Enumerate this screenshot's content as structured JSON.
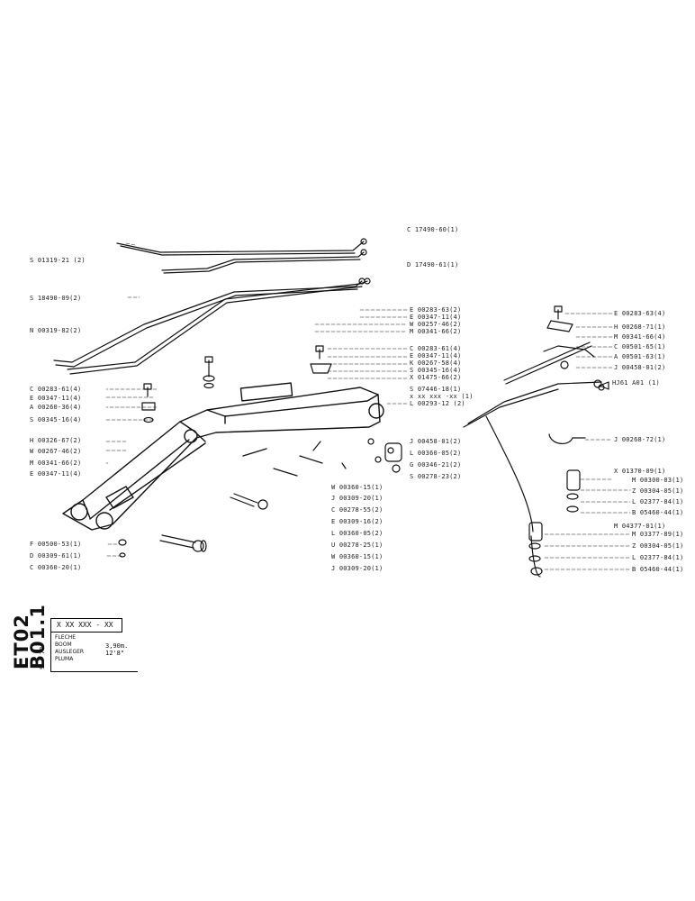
{
  "sheet": {
    "code_line1": "ET02",
    "code_line2": "B01.1",
    "date": "9 . 72",
    "assembly_ref": "X XX XXX - XX",
    "titles": [
      "FLECHE",
      "BOOM",
      "AUSLEGER",
      "PLUMA"
    ],
    "length": "3,90m.  12'8\""
  },
  "callouts": {
    "hoses": [
      {
        "text": "C 17490-60(1)"
      },
      {
        "text": "S 01319-21 (2)"
      },
      {
        "text": "D 17490-61(1)"
      },
      {
        "text": "S 18490-09(2)"
      },
      {
        "text": "N 00319-82(2)"
      }
    ],
    "boom_right": [
      {
        "text": "E 00283-63(2)"
      },
      {
        "text": "E 00347-11(4)"
      },
      {
        "text": "W 00257-46(2)"
      },
      {
        "text": "M 00341-66(2)"
      },
      {
        "text": "C 00283-61(4)"
      },
      {
        "text": "E 00347-11(4)"
      },
      {
        "text": "K 00267-58(4)"
      },
      {
        "text": "S 00345-16(4)"
      },
      {
        "text": "X 01475-66(2)"
      },
      {
        "text": "S 07446-18(1)"
      },
      {
        "text": "x xx xxx -xx (1)"
      },
      {
        "text": "L 00293-12 (2)"
      }
    ],
    "boom_left": [
      {
        "text": "C 00283-61(4)"
      },
      {
        "text": "E 00347-11(4)"
      },
      {
        "text": "A 00260-36(4)"
      },
      {
        "text": "S 00345-16(4)"
      },
      {
        "text": "H 00326-67(2)"
      },
      {
        "text": "W 00267-46(2)"
      },
      {
        "text": "M 00341-66(2)"
      },
      {
        "text": "E 00347-11(4)"
      }
    ],
    "pins_right": [
      {
        "text": "J 00458-01(2)"
      },
      {
        "text": "L 00360-05(2)"
      },
      {
        "text": "G 00346-21(2)"
      },
      {
        "text": "S 00278-23(2)"
      },
      {
        "text": "W 00360-15(1)"
      },
      {
        "text": "J 00309-20(1)"
      },
      {
        "text": "C 00278-55(2)"
      },
      {
        "text": "E 00309-16(2)"
      },
      {
        "text": "L 00360-05(2)"
      },
      {
        "text": "U 00278-25(1)"
      },
      {
        "text": "W 00360-15(1)"
      },
      {
        "text": "J 00309-20(1)"
      }
    ],
    "pins_left": [
      {
        "text": "F 00500-53(1)"
      },
      {
        "text": "D 00309-61(1)"
      },
      {
        "text": "C 00360-20(1)"
      }
    ],
    "right_group": [
      {
        "text": "E 00283-63(4)"
      },
      {
        "text": "H 00268-71(1)"
      },
      {
        "text": "M 00341-66(4)"
      },
      {
        "text": "C 00501-65(1)"
      },
      {
        "text": "A 00501-63(1)"
      },
      {
        "text": "J 00458-01(2)"
      },
      {
        "text": "HJ61 A01 (1)"
      },
      {
        "text": "J 00268-72(1)"
      },
      {
        "text": "X 01370-09(1)"
      },
      {
        "text": "M 00300-03(1)"
      },
      {
        "text": "Z 00304-05(1)"
      },
      {
        "text": "L 02377-84(1)"
      },
      {
        "text": "B 05460-44(1)"
      },
      {
        "text": "M 04377-01(1)"
      },
      {
        "text": "M 03377-89(1)"
      },
      {
        "text": "Z 00304-05(1)"
      },
      {
        "text": "L 02377-84(1)"
      },
      {
        "text": "B 05460-44(1)"
      }
    ]
  }
}
